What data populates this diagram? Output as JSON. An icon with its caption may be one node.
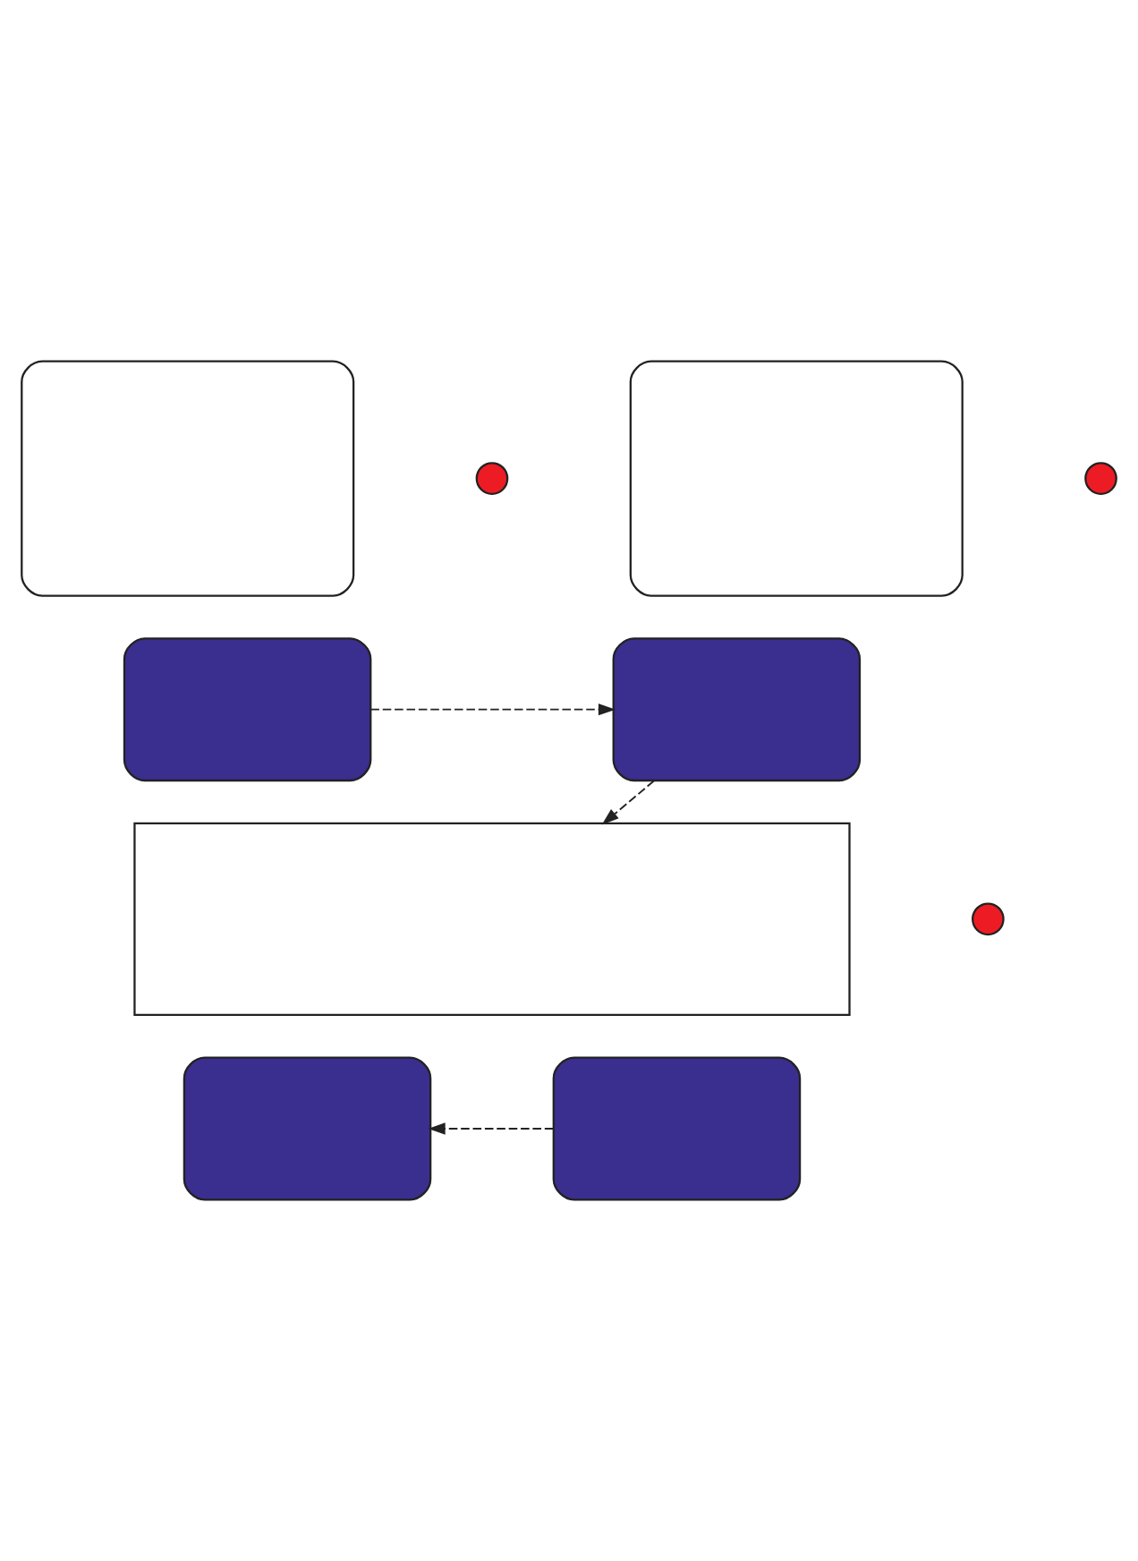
{
  "diagram": {
    "nodes": [
      {
        "text": [],
        "shape": "box"
      },
      {
        "text": [],
        "shape": "circle"
      },
      {
        "text": [],
        "shape": "box"
      },
      {
        "text": [],
        "shape": "circle"
      },
      {
        "text": [],
        "shape": "box"
      },
      {
        "text": [],
        "shape": "box"
      },
      {
        "text": [],
        "shape": "box"
      },
      {
        "text": [],
        "shape": "circle"
      },
      {
        "text": [],
        "shape": "box"
      },
      {
        "text": [],
        "shape": "box"
      }
    ],
    "edges": [
      {
        "from": 4,
        "to": 5,
        "arrow": "to",
        "style": "dashed"
      },
      {
        "from": 5,
        "to": 6,
        "arrow": "to",
        "style": "dashed"
      },
      {
        "from": 9,
        "to": 8,
        "arrow": "to",
        "style": "dashed"
      }
    ]
  }
}
